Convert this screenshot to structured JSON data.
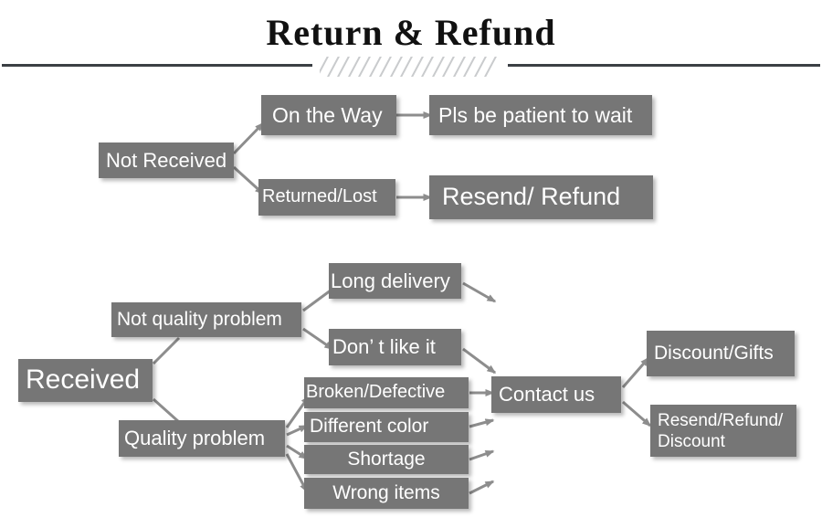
{
  "header": {
    "title": "Return & Refund",
    "divider_icon": "diagonal-hatch-divider"
  },
  "colors": {
    "node_fill": "#767676",
    "node_text": "#ffffff",
    "connector": "#8d8d8d",
    "rule": "#3b3f44",
    "hatch": "#c9cbcd",
    "background": "#ffffff"
  },
  "flow": {
    "branch_not_received": {
      "root": {
        "label": "Not Received"
      },
      "children": [
        {
          "label": "On the Way",
          "outcome": "Pls be patient to wait"
        },
        {
          "label": "Returned/Lost",
          "outcome": "Resend/ Refund"
        }
      ]
    },
    "branch_received": {
      "root": {
        "label": "Received"
      },
      "groups": [
        {
          "label": "Not quality problem",
          "items": [
            {
              "label": "Long delivery"
            },
            {
              "label": "Don’ t like it"
            }
          ]
        },
        {
          "label": "Quality problem",
          "items": [
            {
              "label": "Broken/Defective"
            },
            {
              "label": "Different color"
            },
            {
              "label": "Shortage"
            },
            {
              "label": "Wrong items"
            }
          ]
        }
      ],
      "hub": {
        "label": "Contact us"
      },
      "outcomes": [
        {
          "label": "Discount/Gifts"
        },
        {
          "label": "Resend/Refund/ Discount"
        }
      ]
    }
  }
}
